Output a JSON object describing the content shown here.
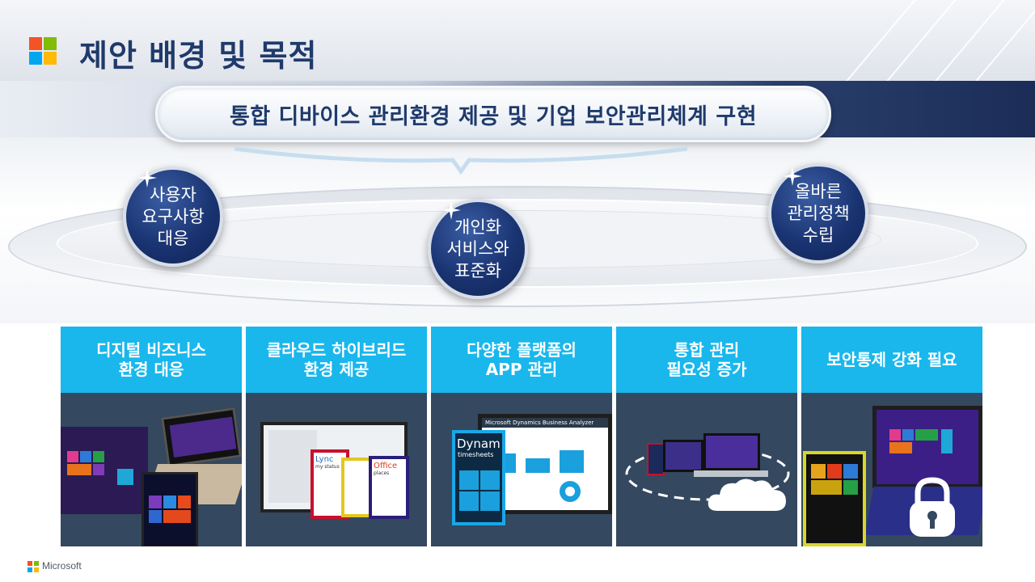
{
  "title": "제안 배경 및 목적",
  "banner": "통합 디바이스 관리환경 제공 및 기업 보안관리체계 구현",
  "circles": [
    "사용자\n요구사항\n대응",
    "개인화\n서비스와\n표준화",
    "올바른\n관리정책\n수립"
  ],
  "cards": [
    "디지털 비즈니스\n환경 대응",
    "클라우드 하이브리드\n환경 제공",
    "다양한 플랫폼의\nAPP 관리",
    "통합 관리\n필요성 증가",
    "보안통제 강화 필요"
  ],
  "screen_texts": {
    "lync_title": "Lync",
    "lync_sub": "my status",
    "office": "Office",
    "office_sub": "places",
    "dynamics_title": "Microsoft Dynamics Business Analyzer",
    "dynamics_phone": "Dynam",
    "dynamics_phone_sub": "timesheets"
  },
  "footer": "Microsoft",
  "colors": {
    "logo_red": "#f35325",
    "logo_green": "#81bc06",
    "logo_blue": "#05a6f0",
    "logo_yellow": "#ffba08",
    "accent_blue": "#19b7ec",
    "navy": "#1f3a6b",
    "card_body": "#34485f"
  }
}
